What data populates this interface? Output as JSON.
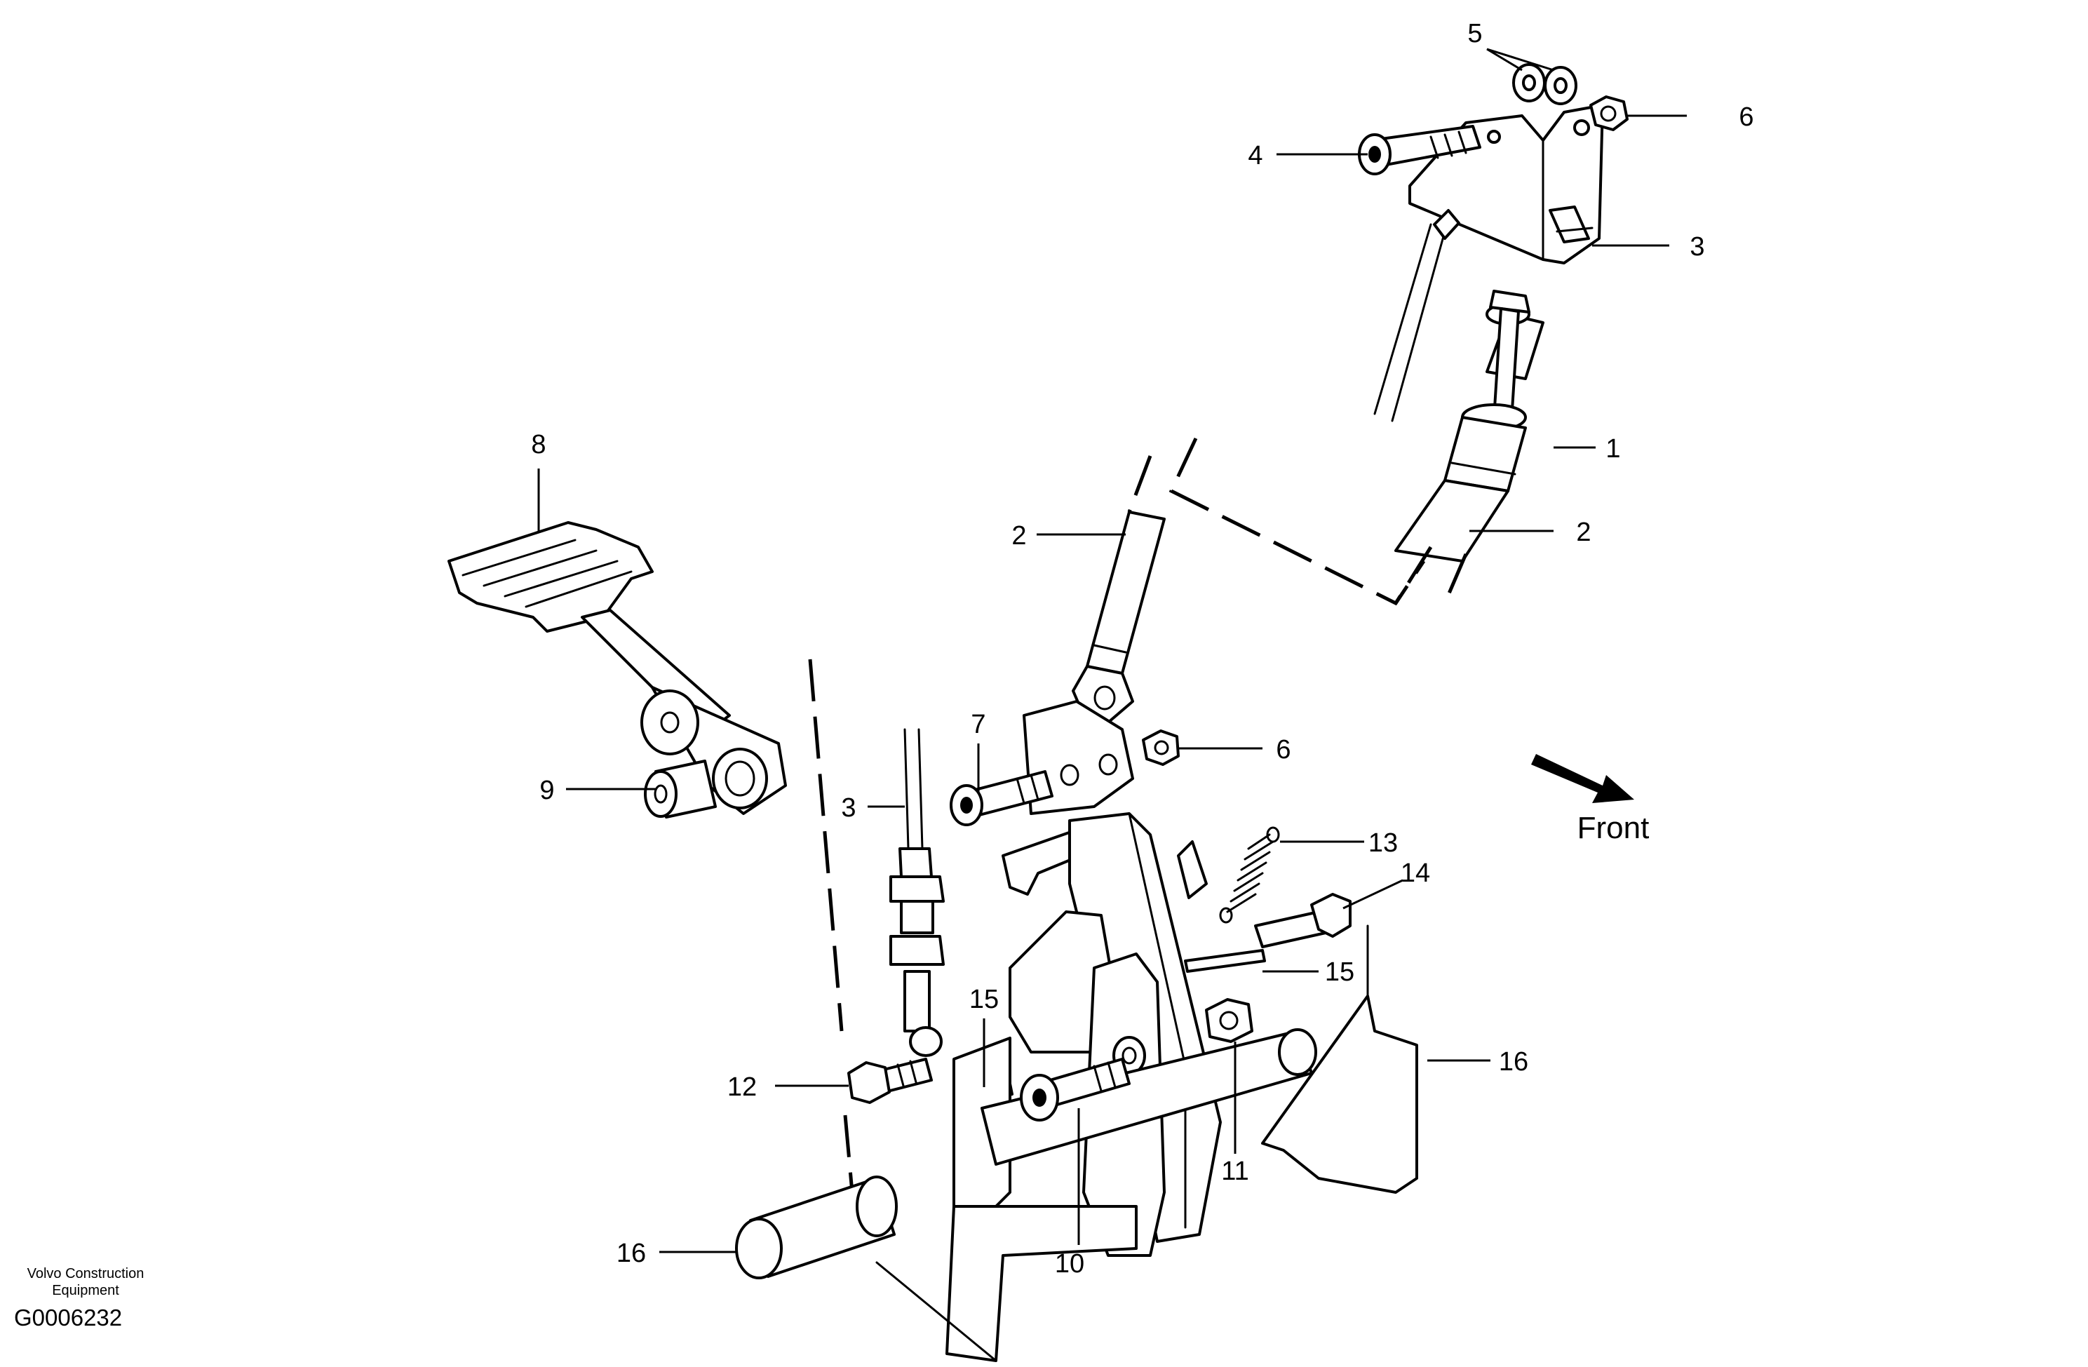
{
  "diagram": {
    "callouts": [
      {
        "id": "c1",
        "label": "1"
      },
      {
        "id": "c2a",
        "label": "2"
      },
      {
        "id": "c2b",
        "label": "2"
      },
      {
        "id": "c3a",
        "label": "3"
      },
      {
        "id": "c3b",
        "label": "3"
      },
      {
        "id": "c4",
        "label": "4"
      },
      {
        "id": "c5",
        "label": "5"
      },
      {
        "id": "c6a",
        "label": "6"
      },
      {
        "id": "c6b",
        "label": "6"
      },
      {
        "id": "c7",
        "label": "7"
      },
      {
        "id": "c8",
        "label": "8"
      },
      {
        "id": "c9",
        "label": "9"
      },
      {
        "id": "c10",
        "label": "10"
      },
      {
        "id": "c11",
        "label": "11"
      },
      {
        "id": "c12",
        "label": "12"
      },
      {
        "id": "c13",
        "label": "13"
      },
      {
        "id": "c14",
        "label": "14"
      },
      {
        "id": "c15a",
        "label": "15"
      },
      {
        "id": "c15b",
        "label": "15"
      },
      {
        "id": "c16a",
        "label": "16"
      },
      {
        "id": "c16b",
        "label": "16"
      }
    ],
    "direction_label": "Front",
    "footer": {
      "company_line1": "Volvo Construction",
      "company_line2": "Equipment",
      "drawing_number": "G0006232"
    }
  }
}
